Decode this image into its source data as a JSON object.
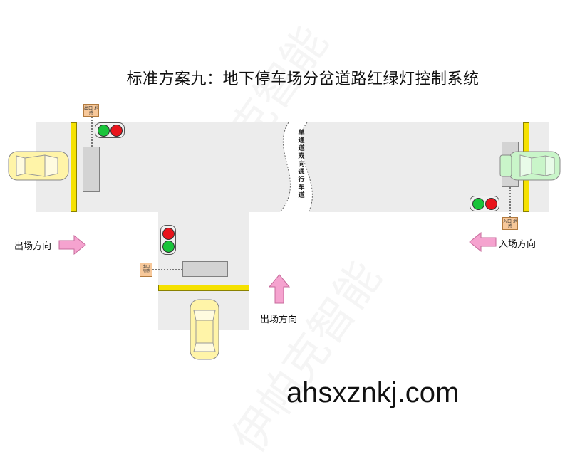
{
  "title": "标准方案九：地下停车场分岔道路红绿灯控制系统",
  "labels": {
    "exit_left": "出场方向",
    "entry_right": "入场方向",
    "exit_bottom": "出场方向",
    "single_lane": [
      "单",
      "通",
      "道",
      "双",
      "向",
      "通",
      "行",
      "车",
      "道"
    ]
  },
  "sensors": {
    "top_left": "出口 地感",
    "right": "入口 地感",
    "bottom": "出口 地感"
  },
  "watermark": "伊帕克智能",
  "website": "ahsxznkj.com",
  "colors": {
    "road": "#ececec",
    "stop_line": "#f5e100",
    "arrow": "#f5a3cf",
    "lamp_red": "#e8141c",
    "lamp_green": "#19c43a",
    "car_yellow": "#fff4a8",
    "car_green": "#c9f5c9"
  }
}
